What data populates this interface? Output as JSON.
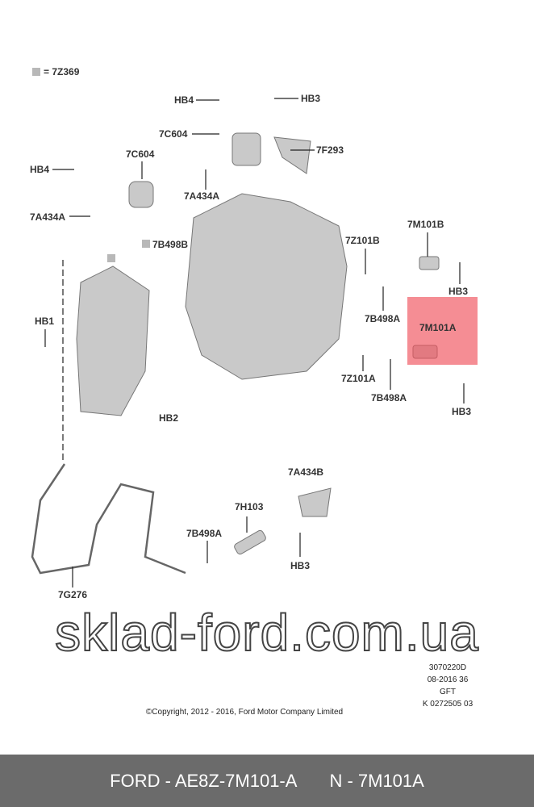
{
  "legend": {
    "text": "= 7Z369",
    "swatch_color": "#b8b8b8"
  },
  "labels": {
    "hb4_top": "HB4",
    "hb3_top": "HB3",
    "c604_top": "7C604",
    "f293": "7F293",
    "c604_left": "7C604",
    "hb4_left": "HB4",
    "a434a_mid": "7A434A",
    "a434a_left": "7A434A",
    "b498b": "7B498B",
    "z101b": "7Z101B",
    "m101b": "7M101B",
    "hb3_right": "HB3",
    "hb1": "HB1",
    "b498a_right": "7B498A",
    "m101a": "7M101A",
    "z101a": "7Z101A",
    "b498a_low": "7B498A",
    "hb3_low": "HB3",
    "hb2": "HB2",
    "a434b": "7A434B",
    "h103": "7H103",
    "b498a_bottom": "7B498A",
    "hb3_bottom": "HB3",
    "g276": "7G276"
  },
  "highlight_color": "#f0505a",
  "watermark": "sklad-ford.com.ua",
  "copyright": "©Copyright, 2012 - 2016, Ford Motor Company Limited",
  "reference": [
    "3070220D",
    "08-2016 36",
    "GFT",
    "K 0272505 03"
  ],
  "footer": {
    "part_number": "FORD - AE8Z-7M101-A",
    "ref": "N - 7M101A"
  }
}
